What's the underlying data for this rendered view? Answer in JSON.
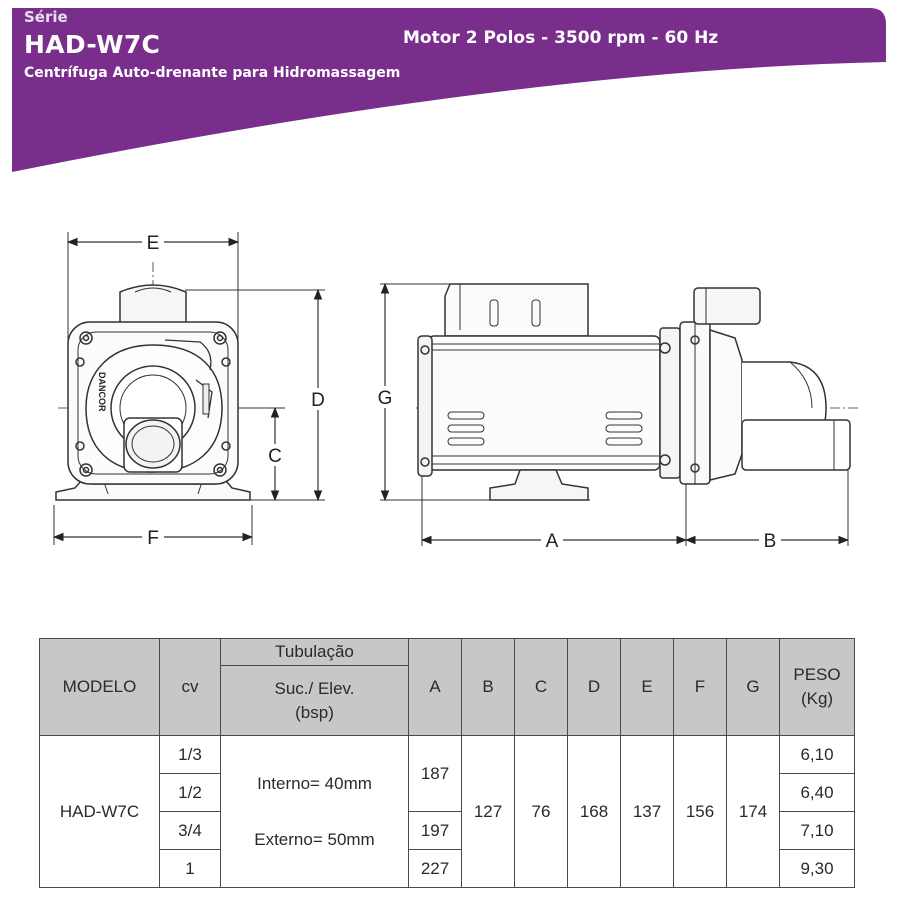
{
  "header": {
    "series_label": "Série",
    "model": "HAD-W7C",
    "subtitle": "Centrífuga Auto-drenante para Hidromassagem",
    "motor": "Motor 2 Polos - 3500 rpm - 60 Hz",
    "brand_color": "#7a2e8c"
  },
  "drawing": {
    "dims": {
      "E": "E",
      "D": "D",
      "C": "C",
      "F": "F",
      "G": "G",
      "A": "A",
      "B": "B"
    },
    "side_text": "DANCOR"
  },
  "table": {
    "headers": {
      "modelo": "MODELO",
      "cv": "cv",
      "tubulacao": "Tubulação",
      "suc_elev": "Suc./ Elev.",
      "bsp": "(bsp)",
      "a": "A",
      "b": "B",
      "c": "C",
      "d": "D",
      "e": "E",
      "f": "F",
      "g": "G",
      "peso": "PESO",
      "kg": "(Kg)"
    },
    "model": "HAD-W7C",
    "cv": [
      "1/3",
      "1/2",
      "3/4",
      "1"
    ],
    "tubing": {
      "interno": "Interno= 40mm",
      "externo": "Externo= 50mm"
    },
    "a_values": [
      "187",
      "197",
      "227"
    ],
    "b": "127",
    "c": "76",
    "d": "168",
    "e": "137",
    "f": "156",
    "g": "174",
    "peso": [
      "6,10",
      "6,40",
      "7,10",
      "9,30"
    ]
  }
}
